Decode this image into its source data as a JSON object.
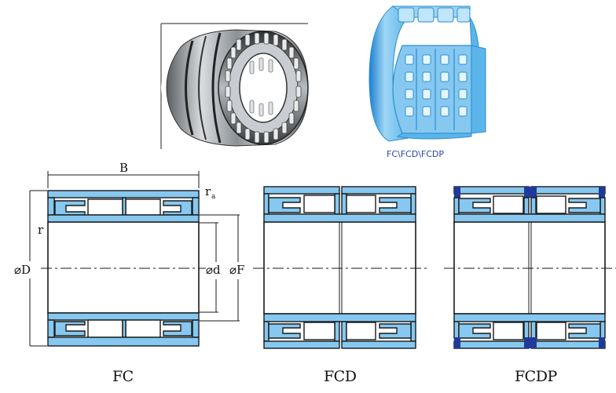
{
  "photo": {
    "icon": "four-row-roller-bearing-photo"
  },
  "model": {
    "icon": "bearing-3d-cutaway",
    "caption": "FC\\FCD\\FCDP",
    "colors": {
      "body": "#86c8f0",
      "edge": "#2a8fd0",
      "caption": "#2b4aa6"
    }
  },
  "drawings": {
    "colors": {
      "part": "#86c8f0",
      "outline": "#1a1a1a",
      "seal": "#1f3a9a"
    },
    "dimensions": {
      "width": "B",
      "chamfer_outer": "r",
      "chamfer_outer_sub": "a",
      "chamfer_inner": "r",
      "outer_diameter": "⌀D",
      "bore_diameter": "⌀d",
      "raceway_diameter": "⌀F"
    },
    "captions": [
      "FC",
      "FCD",
      "FCDP"
    ]
  }
}
